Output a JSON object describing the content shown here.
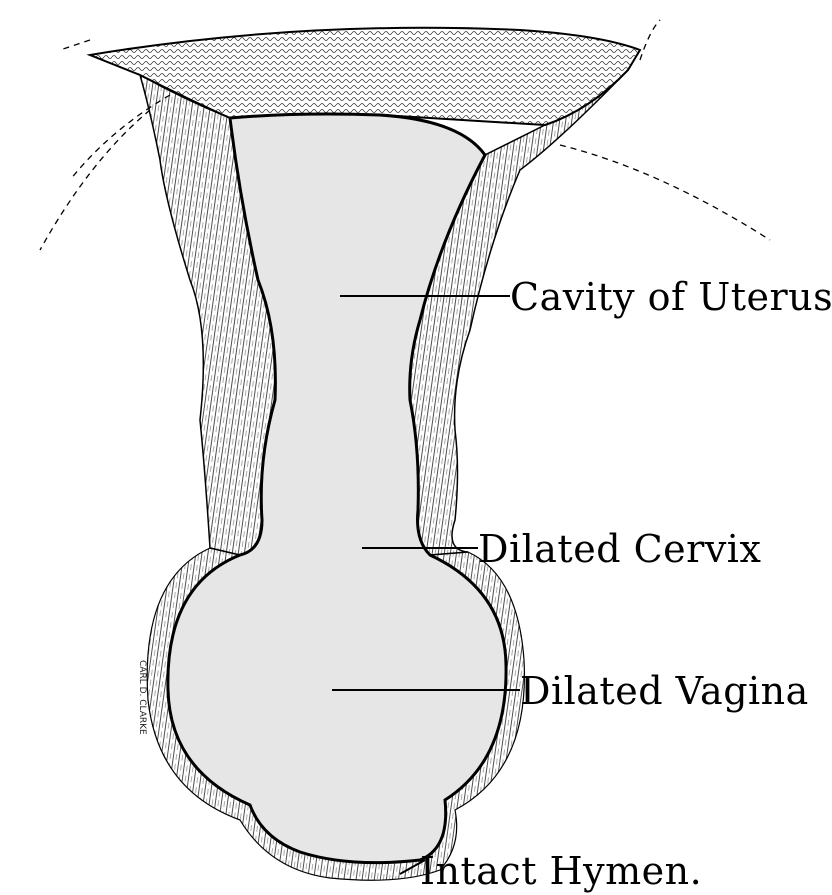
{
  "labels": {
    "cavity": "Cavity of Uterus",
    "cervix": "Dilated Cervix",
    "vagina": "Dilated Vagina",
    "hymen": "Intact Hymen."
  },
  "signature": "CARL D. CLARKE",
  "colors": {
    "fill": "#e6e6e6",
    "ink": "#000000"
  }
}
